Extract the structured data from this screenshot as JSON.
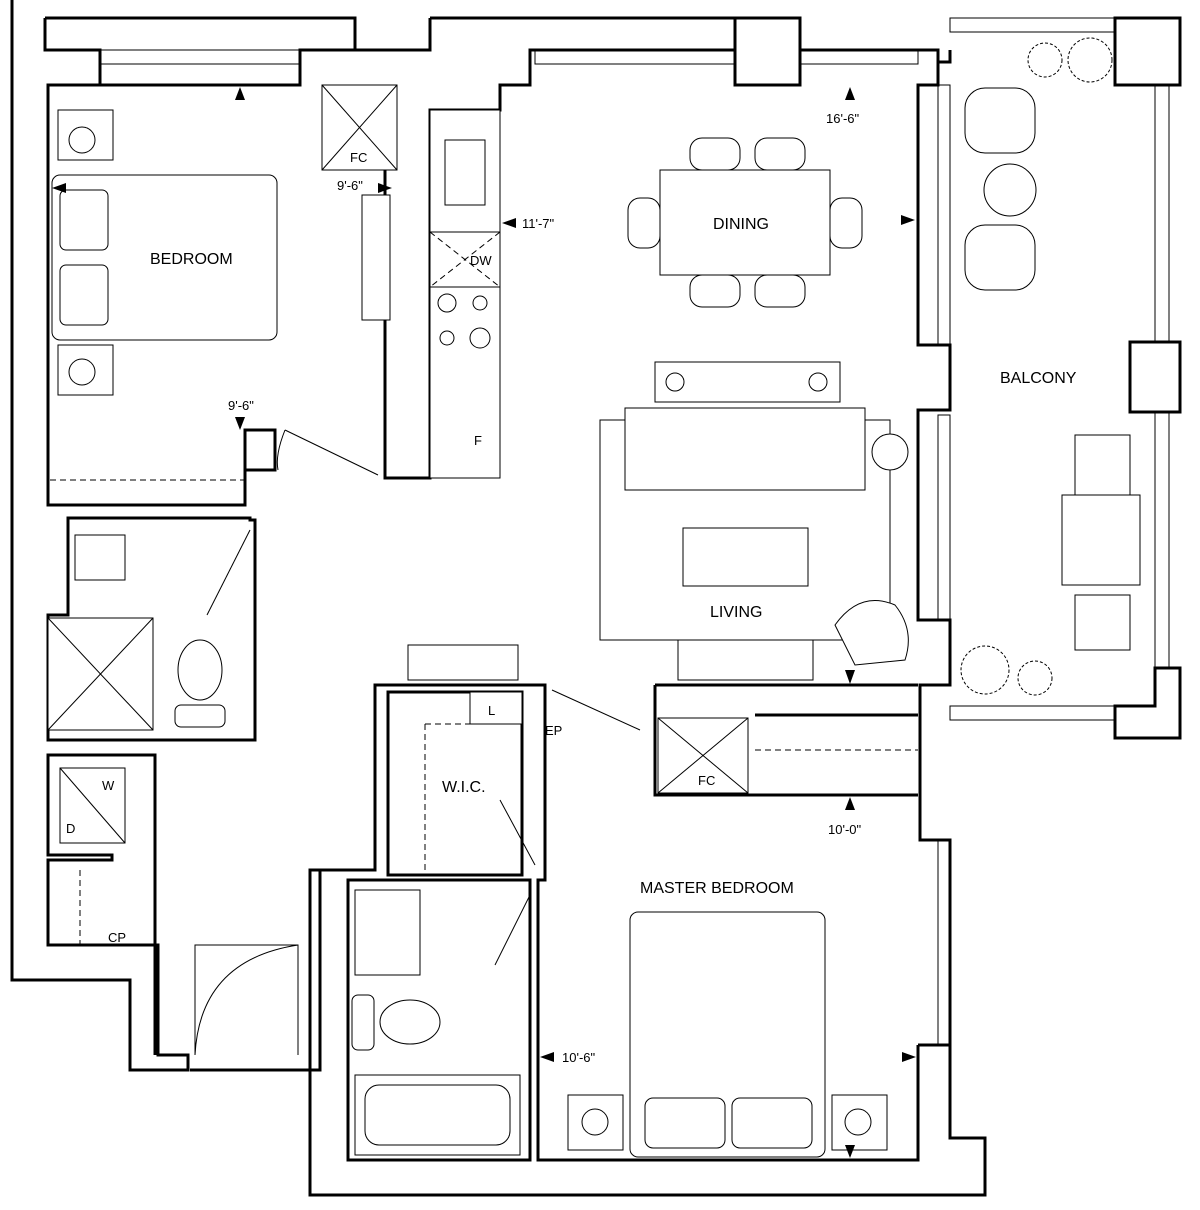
{
  "rooms": {
    "bedroom": "BEDROOM",
    "dining": "DINING",
    "living": "LIVING",
    "balcony": "BALCONY",
    "wic": "W.I.C.",
    "master_bedroom": "MASTER BEDROOM"
  },
  "fixtures": {
    "fc_top": "FC",
    "fc_master": "FC",
    "dishwasher": "DW",
    "fridge": "F",
    "linen": "L",
    "electrical_panel": "EP",
    "washer": "W",
    "dryer": "D",
    "closet_pantry": "CP"
  },
  "dimensions": {
    "bedroom_width": "9'-6\"",
    "bedroom_length": "9'-6\"",
    "kitchen": "11'-7\"",
    "living_dining": "16'-6\"",
    "master_width": "10'-0\"",
    "master_length": "10'-6\""
  }
}
